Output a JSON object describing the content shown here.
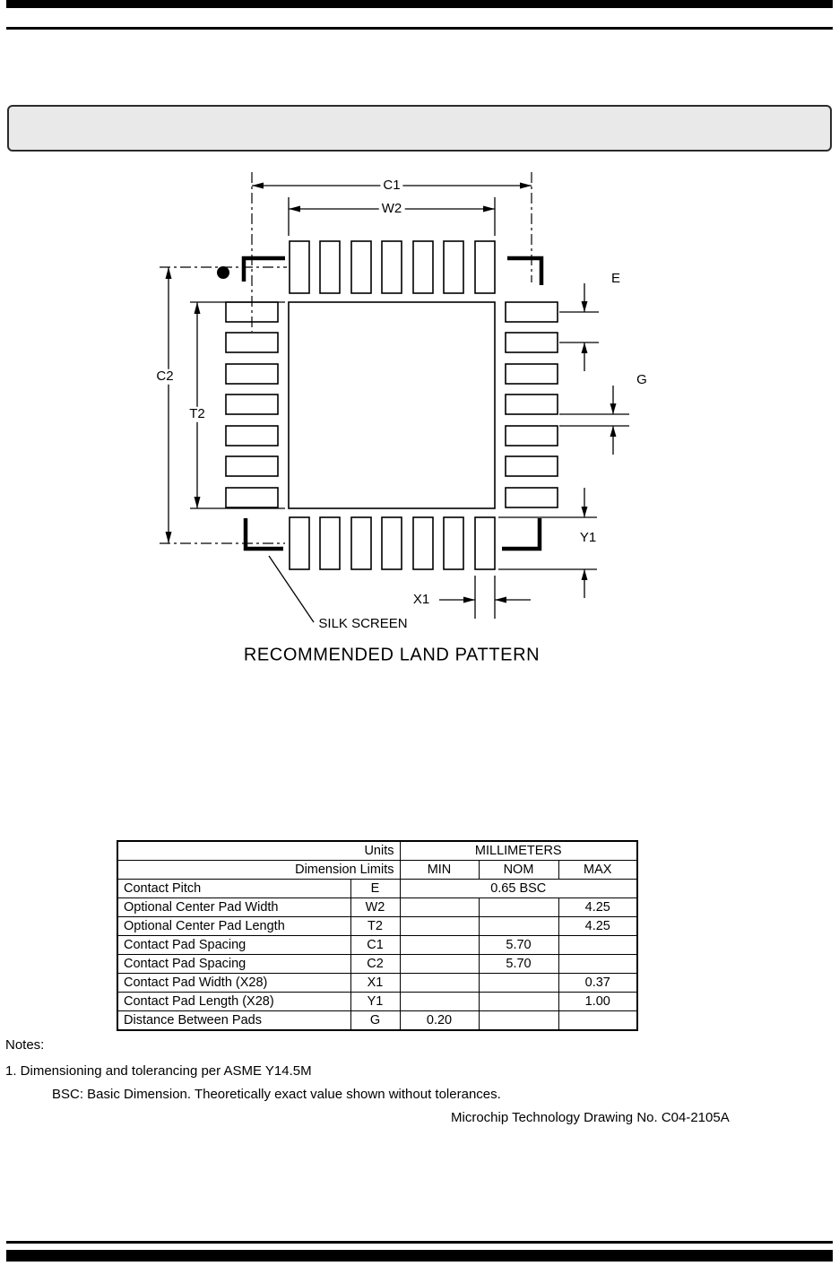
{
  "diagram": {
    "labels": {
      "c1": "C1",
      "w2": "W2",
      "c2": "C2",
      "t2": "T2",
      "e": "E",
      "g": "G",
      "y1": "Y1",
      "x1": "X1"
    },
    "silk_screen_label": "SILK SCREEN",
    "caption": "RECOMMENDED LAND PATTERN"
  },
  "table": {
    "header": {
      "units_label": "Units",
      "units_value": "MILLIMETERS",
      "limits_label": "Dimension Limits",
      "min": "MIN",
      "nom": "NOM",
      "max": "MAX"
    },
    "rows": [
      {
        "name": "Contact Pitch",
        "symbol": "E",
        "value": "0.65 BSC"
      },
      {
        "name": "Optional Center Pad Width",
        "symbol": "W2",
        "min": "",
        "nom": "",
        "max": "4.25"
      },
      {
        "name": "Optional Center Pad Length",
        "symbol": "T2",
        "min": "",
        "nom": "",
        "max": "4.25"
      },
      {
        "name": "Contact Pad Spacing",
        "symbol": "C1",
        "min": "",
        "nom": "5.70",
        "max": ""
      },
      {
        "name": "Contact Pad Spacing",
        "symbol": "C2",
        "min": "",
        "nom": "5.70",
        "max": ""
      },
      {
        "name": "Contact Pad Width (X28)",
        "symbol": "X1",
        "min": "",
        "nom": "",
        "max": "0.37"
      },
      {
        "name": "Contact Pad Length (X28)",
        "symbol": "Y1",
        "min": "",
        "nom": "",
        "max": "1.00"
      },
      {
        "name": "Distance Between Pads",
        "symbol": "G",
        "min": "0.20",
        "nom": "",
        "max": ""
      }
    ]
  },
  "notes": {
    "heading": "Notes:",
    "items": [
      "1. Dimensioning and tolerancing per ASME Y14.5M",
      "BSC: Basic Dimension. Theoretically exact value shown without tolerances."
    ]
  },
  "footer": {
    "drawing_number": "Microchip Technology Drawing No. C04-2105A"
  }
}
